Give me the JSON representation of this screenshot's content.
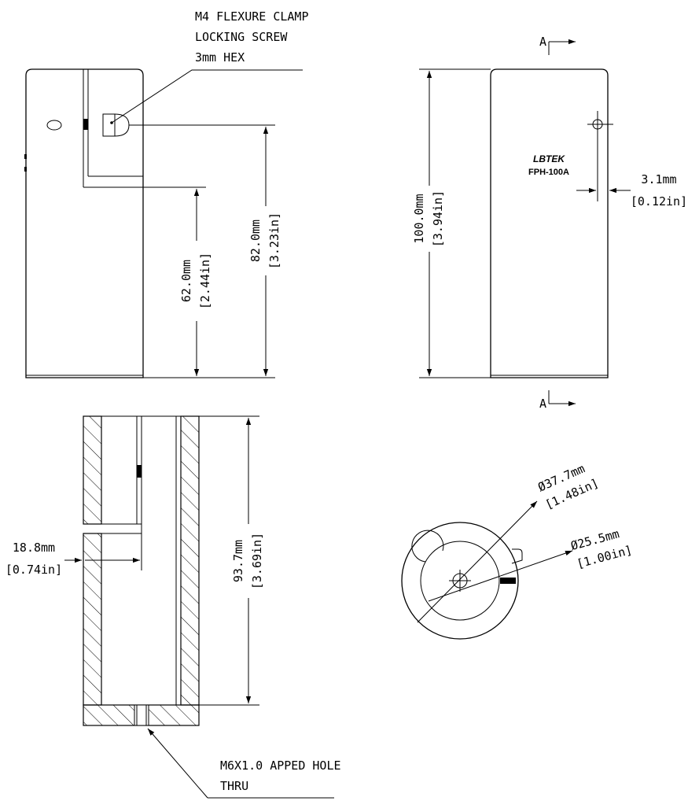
{
  "callouts": {
    "clamp_screw": [
      "M4 FLEXURE CLAMP",
      "LOCKING SCREW",
      "3mm HEX"
    ],
    "tapped_hole": [
      "M6X1.0 APPED HOLE",
      "THRU"
    ]
  },
  "dimensions": {
    "d62": {
      "mm": "62.0mm",
      "in": "[2.44in]"
    },
    "d82": {
      "mm": "82.0mm",
      "in": "[3.23in]"
    },
    "d100": {
      "mm": "100.0mm",
      "in": "[3.94in]"
    },
    "d3_1": {
      "mm": "3.1mm",
      "in": "[0.12in]"
    },
    "d18_8": {
      "mm": "18.8mm",
      "in": "[0.74in]"
    },
    "d93_7": {
      "mm": "93.7mm",
      "in": "[3.69in]"
    },
    "dia37_7": {
      "mm": "37.7mm",
      "in": "[1.48in]"
    },
    "dia25_5": {
      "mm": "25.5mm",
      "in": "[1.00in]"
    }
  },
  "section_marker": "A",
  "diameter_symbol": "Ø",
  "product": {
    "brand": "LBTEK",
    "model": "FPH-100A"
  }
}
